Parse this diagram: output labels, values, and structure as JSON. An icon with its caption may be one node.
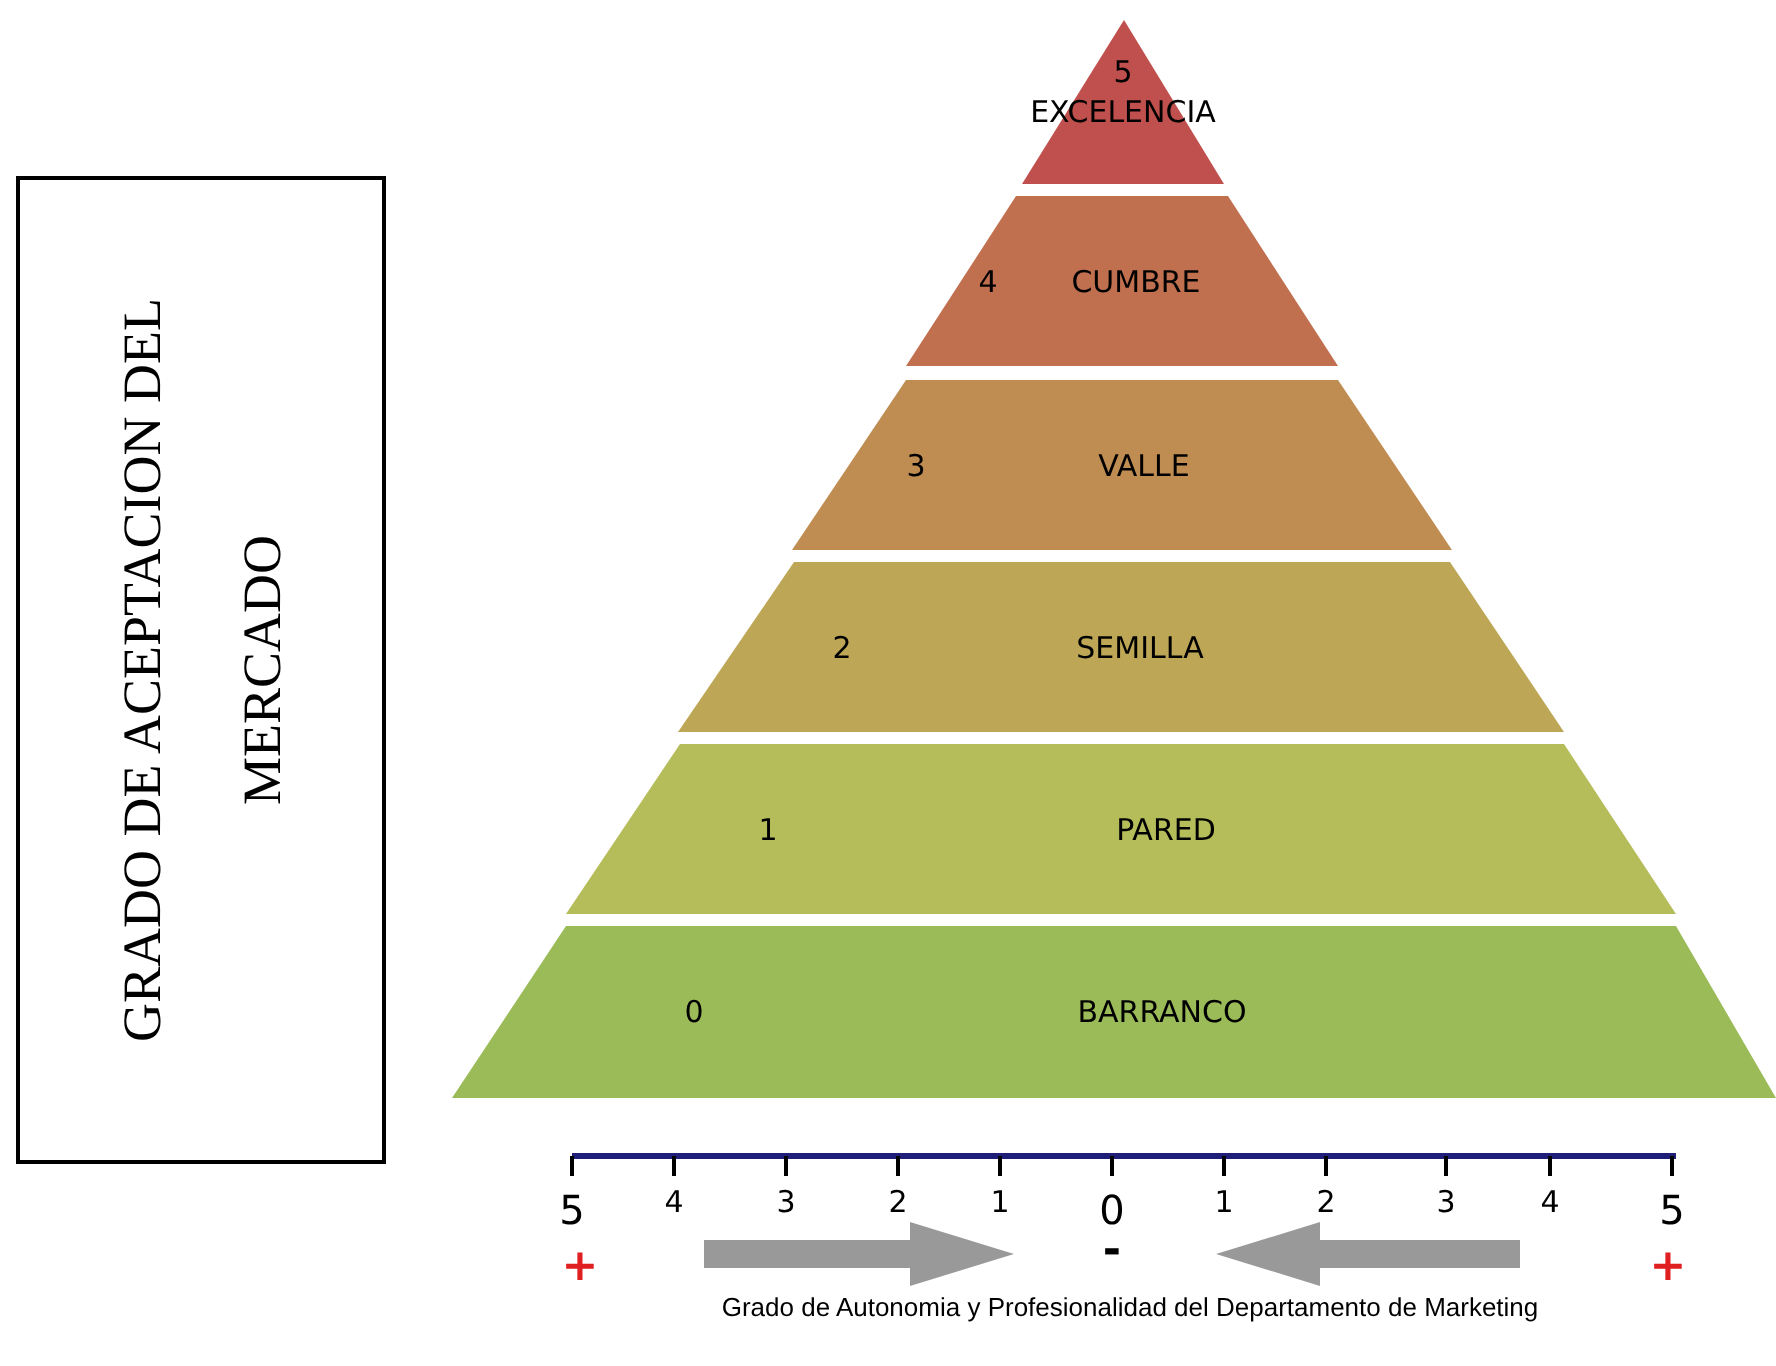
{
  "diagram": {
    "nodes": [
      {
        "text": [
          "GRADO DE ACEPTACION DEL MERCADO"
        ]
      },
      {
        "text": [
          "5",
          "EXCELENCIA"
        ]
      },
      {
        "text": [
          "4",
          "CUMBRE"
        ]
      },
      {
        "text": [
          "3",
          "VALLE"
        ]
      },
      {
        "text": [
          "2",
          "SEMILLA"
        ]
      },
      {
        "text": [
          "1",
          "PARED"
        ]
      },
      {
        "text": [
          "0",
          "BARRANCO"
        ]
      }
    ],
    "labels": [
      "5",
      "4",
      "3",
      "2",
      "1",
      "0",
      "1",
      "2",
      "3",
      "4",
      "5",
      "+",
      "-",
      "+",
      "Grado de Autonomia y Profesionalidad del Departamento de Marketing"
    ]
  }
}
